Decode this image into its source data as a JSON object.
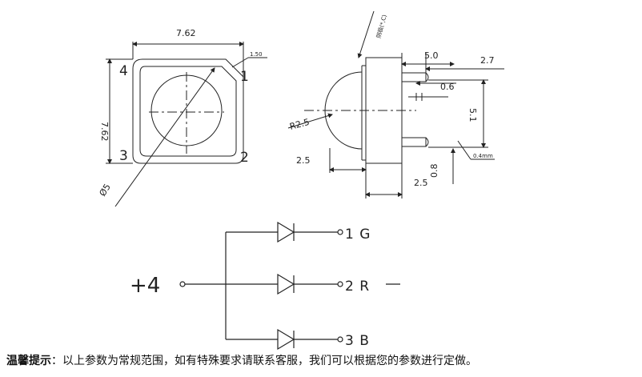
{
  "front_view": {
    "width_dim": "7.62",
    "height_dim": "7.62",
    "chamfer_dim": "1.50",
    "pin_labels": [
      "4",
      "1",
      "3",
      "2"
    ],
    "lens_dia": "Ø5"
  },
  "side_view": {
    "top_dims": [
      "5.0",
      "2.7"
    ],
    "lead_dia": "0.6",
    "pitch": "5.1",
    "radius": "R2.5",
    "left_dim": "2.5",
    "bottom_dim": "2.5",
    "thick_dim": "0.8",
    "lead_tip": "0.4mm",
    "note": "阴极(*,C)"
  },
  "schematic": {
    "input": "+4",
    "outputs": [
      "1  G",
      "2  R",
      "3  B"
    ]
  },
  "footer": {
    "label": "温馨提示",
    "text": "：以上参数为常规范围，如有特殊要求请联系客服，我们可以根据您的参数进行定做。"
  }
}
